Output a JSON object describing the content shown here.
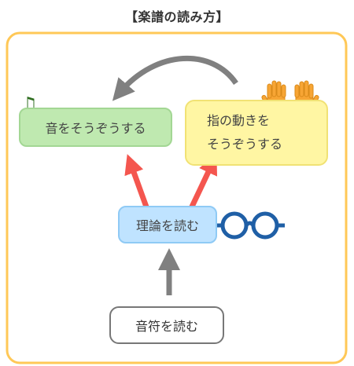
{
  "title": "【楽譜の読み方】",
  "nodes": {
    "hear": "音をそうぞうする",
    "finger_line1": "指の動きを",
    "finger_line2": "そうぞうする",
    "theory": "理論を読む",
    "notes": "音符を読む"
  },
  "icons": {
    "music_note": "music-note-icon",
    "hands": "raised-hands-icon",
    "glasses": "glasses-icon"
  },
  "colors": {
    "frame": "#ffc857",
    "hear_fill": "#bfe9b0",
    "finger_fill": "#fff6a3",
    "theory_fill": "#bfe3ff",
    "red_arrow": "#f4564f",
    "gray_arrow": "#808080",
    "glasses": "#1f5fa6",
    "hands": "#f7a534"
  }
}
